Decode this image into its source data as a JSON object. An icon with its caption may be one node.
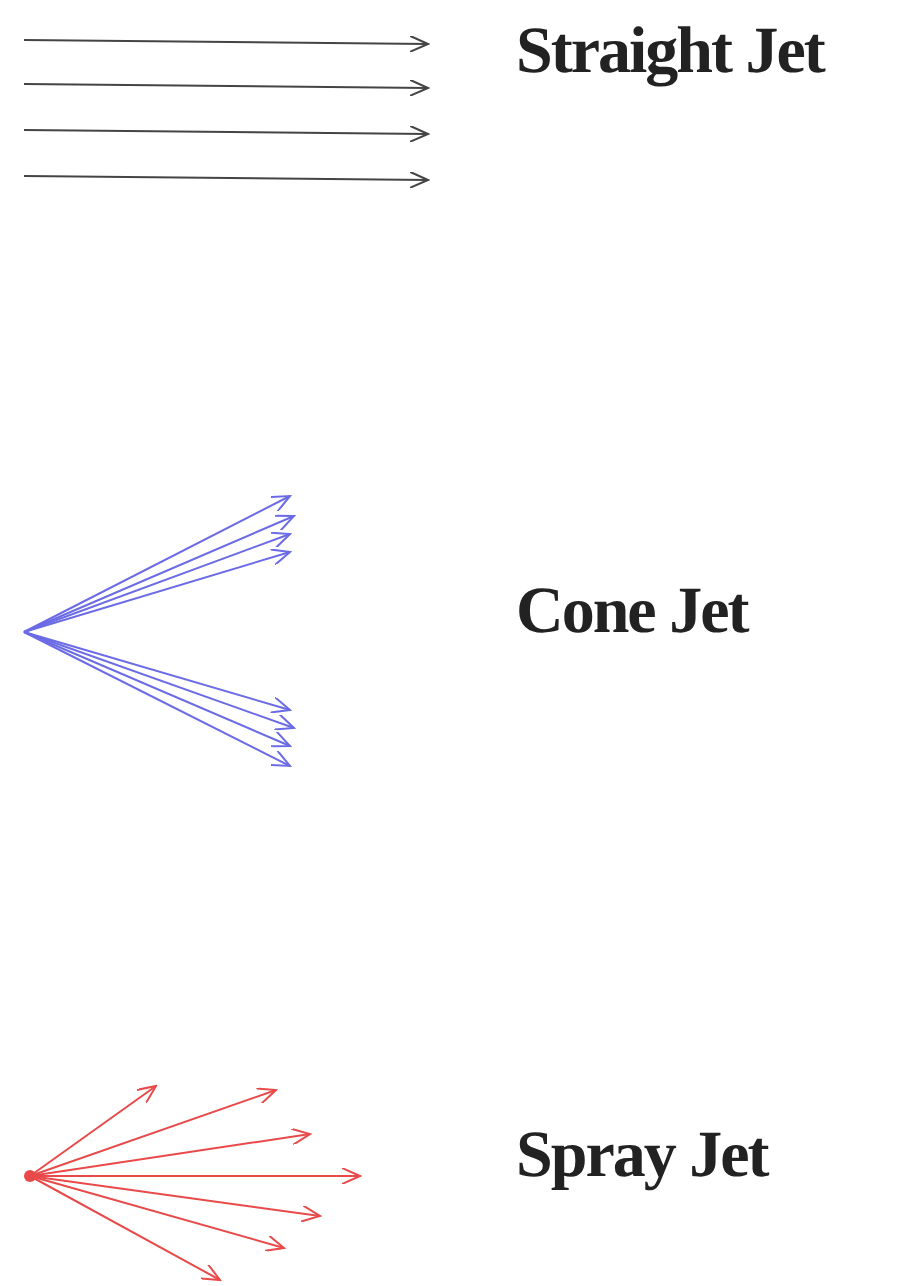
{
  "diagram": {
    "labels": [
      "Straight Jet",
      "Cone Jet",
      "Spray Jet"
    ]
  }
}
